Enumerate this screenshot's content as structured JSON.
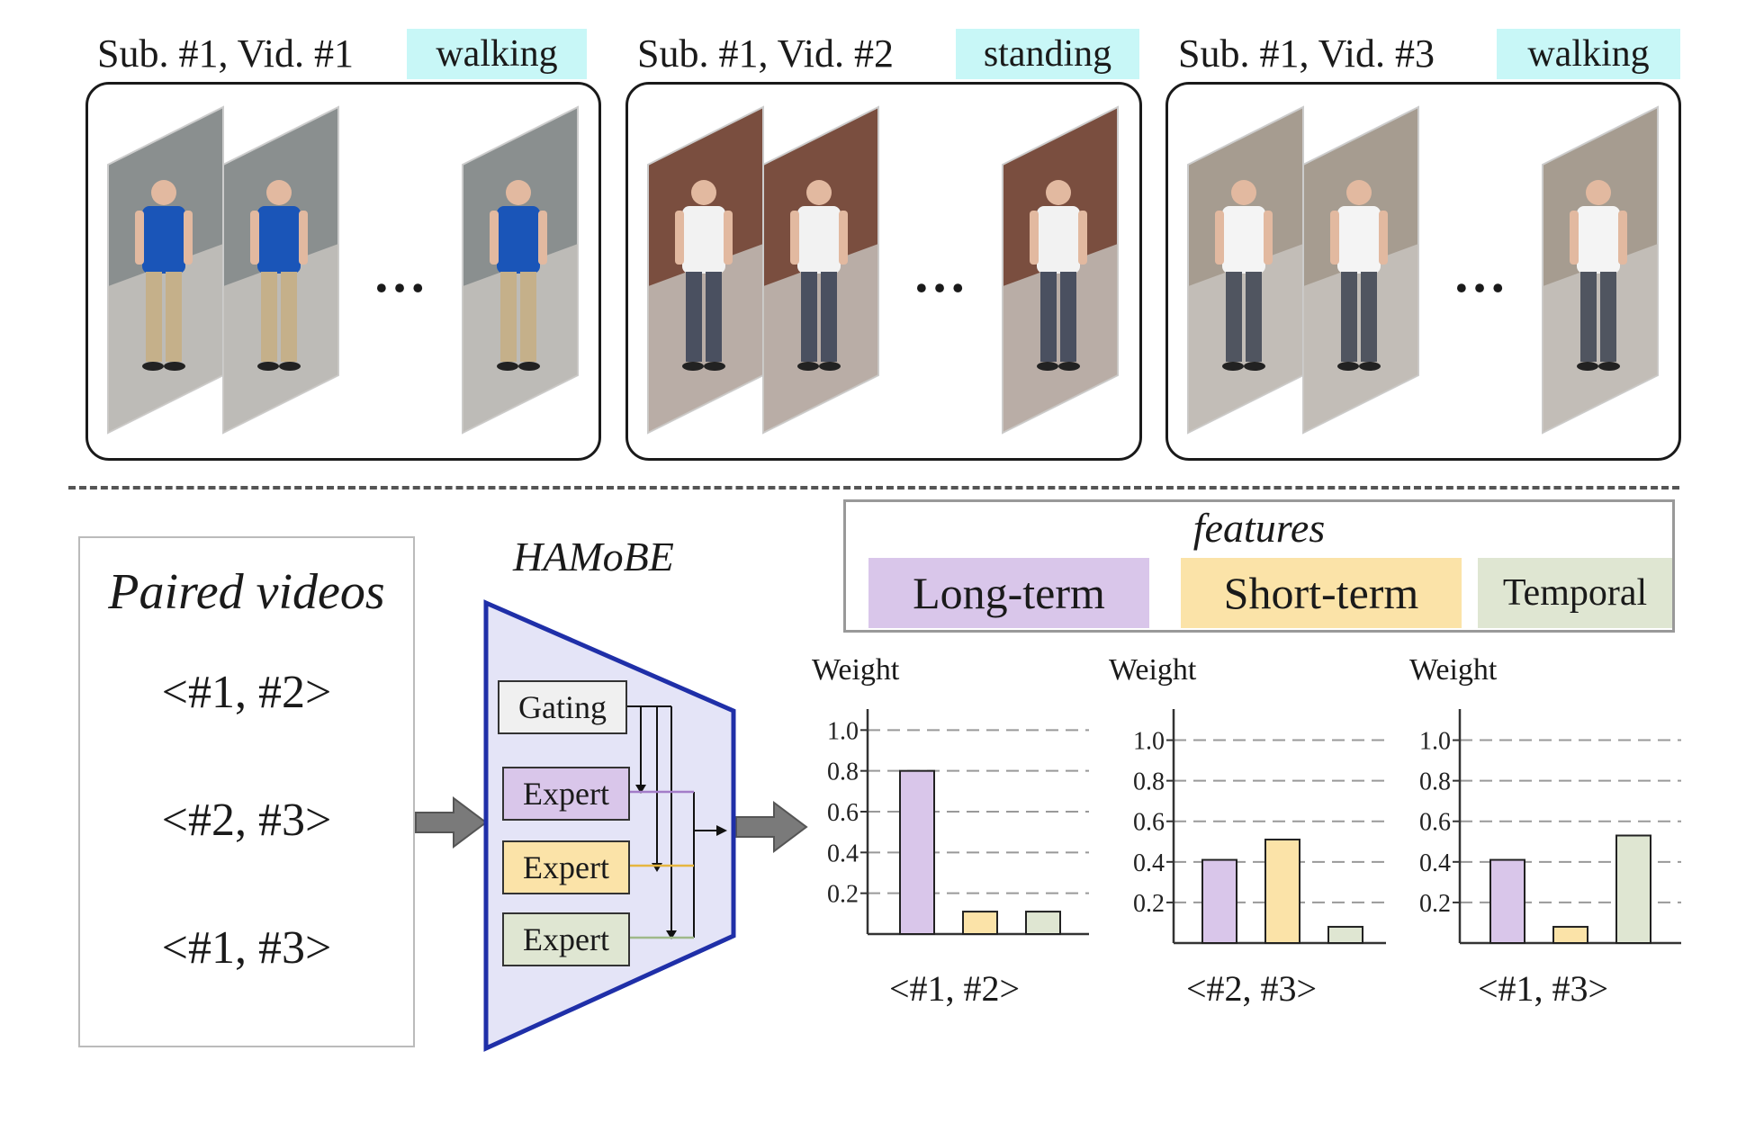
{
  "videos": [
    {
      "title": "Sub. #1, Vid. #1",
      "activity": "walking",
      "shirt": "#1a55b8",
      "pants": "#c5b08a",
      "bg": "#8a8f8f"
    },
    {
      "title": "Sub. #1, Vid. #2",
      "activity": "standing",
      "shirt": "#f2f2f2",
      "pants": "#4a5060",
      "bg": "#7a4e3f"
    },
    {
      "title": "Sub. #1, Vid. #3",
      "activity": "walking",
      "shirt": "#f4f4f4",
      "pants": "#505560",
      "bg": "#a69c90"
    }
  ],
  "ellipsis": "…",
  "paired_videos": {
    "title": "Paired videos",
    "pairs": [
      "<#1, #2>",
      "<#2, #3>",
      "<#1, #3>"
    ]
  },
  "model": {
    "name": "HAMoBE",
    "gating_label": "Gating",
    "experts": [
      {
        "label": "Expert",
        "color": "#d9c6ea",
        "line": "#a37cc8"
      },
      {
        "label": "Expert",
        "color": "#fbe3a8",
        "line": "#e6b640"
      },
      {
        "label": "Expert",
        "color": "#dfe6d2",
        "line": "#9fb98a"
      }
    ]
  },
  "legend": {
    "title": "features",
    "items": [
      {
        "label": "Long-term",
        "color": "#d9c6ea"
      },
      {
        "label": "Short-term",
        "color": "#fbe3a8"
      },
      {
        "label": "Temporal",
        "color": "#dfe6d2"
      }
    ]
  },
  "chart_data": [
    {
      "type": "bar",
      "title": "",
      "xlabel": "<#1, #2>",
      "ylabel": "Weight",
      "categories": [
        "Long-term",
        "Short-term",
        "Temporal"
      ],
      "values": [
        0.8,
        0.11,
        0.11
      ],
      "yticks": [
        "0.2",
        "0.4",
        "0.6",
        "0.8",
        "1.0"
      ],
      "ylim": [
        0,
        1.05
      ]
    },
    {
      "type": "bar",
      "title": "",
      "xlabel": "<#2, #3>",
      "ylabel": "Weight",
      "categories": [
        "Long-term",
        "Short-term",
        "Temporal"
      ],
      "values": [
        0.41,
        0.51,
        0.08
      ],
      "yticks": [
        "0.2",
        "0.4",
        "0.6",
        "0.8",
        "1.0"
      ],
      "ylim": [
        0,
        1.1
      ]
    },
    {
      "type": "bar",
      "title": "",
      "xlabel": "<#1, #3>",
      "ylabel": "Weight",
      "categories": [
        "Long-term",
        "Short-term",
        "Temporal"
      ],
      "values": [
        0.41,
        0.08,
        0.53
      ],
      "yticks": [
        "0.2",
        "0.4",
        "0.6",
        "0.8",
        "1.0"
      ],
      "ylim": [
        0,
        1.1
      ]
    }
  ]
}
